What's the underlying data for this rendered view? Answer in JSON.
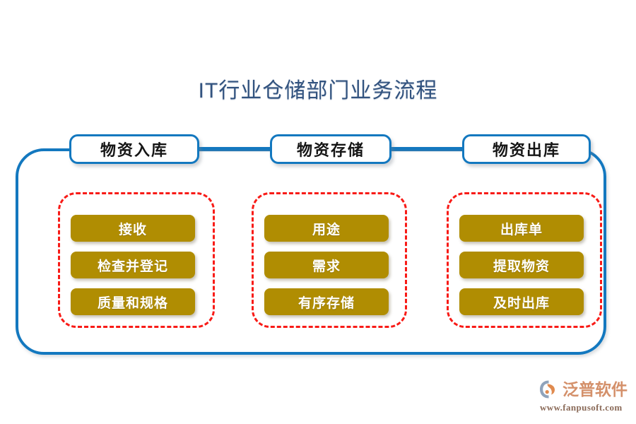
{
  "title": "IT行业仓储部门业务流程",
  "colors": {
    "title_text": "#32537f",
    "flow_blue": "#1378bf",
    "group_dashed_red": "#f81b17",
    "task_gold": "#b08d02",
    "task_text": "#ffffff",
    "logo_orange": "#d4906a",
    "background": "#ffffff"
  },
  "diagram": {
    "type": "process-flow",
    "stages": [
      {
        "label": "物资入库",
        "tasks": [
          "接收",
          "检查并登记",
          "质量和规格"
        ]
      },
      {
        "label": "物资存储",
        "tasks": [
          "用途",
          "需求",
          "有序存储"
        ]
      },
      {
        "label": "物资出库",
        "tasks": [
          "出库单",
          "提取物资",
          "及时出库"
        ]
      }
    ]
  },
  "logo": {
    "name": "泛普软件",
    "url": "www.fanpusoft.com"
  }
}
